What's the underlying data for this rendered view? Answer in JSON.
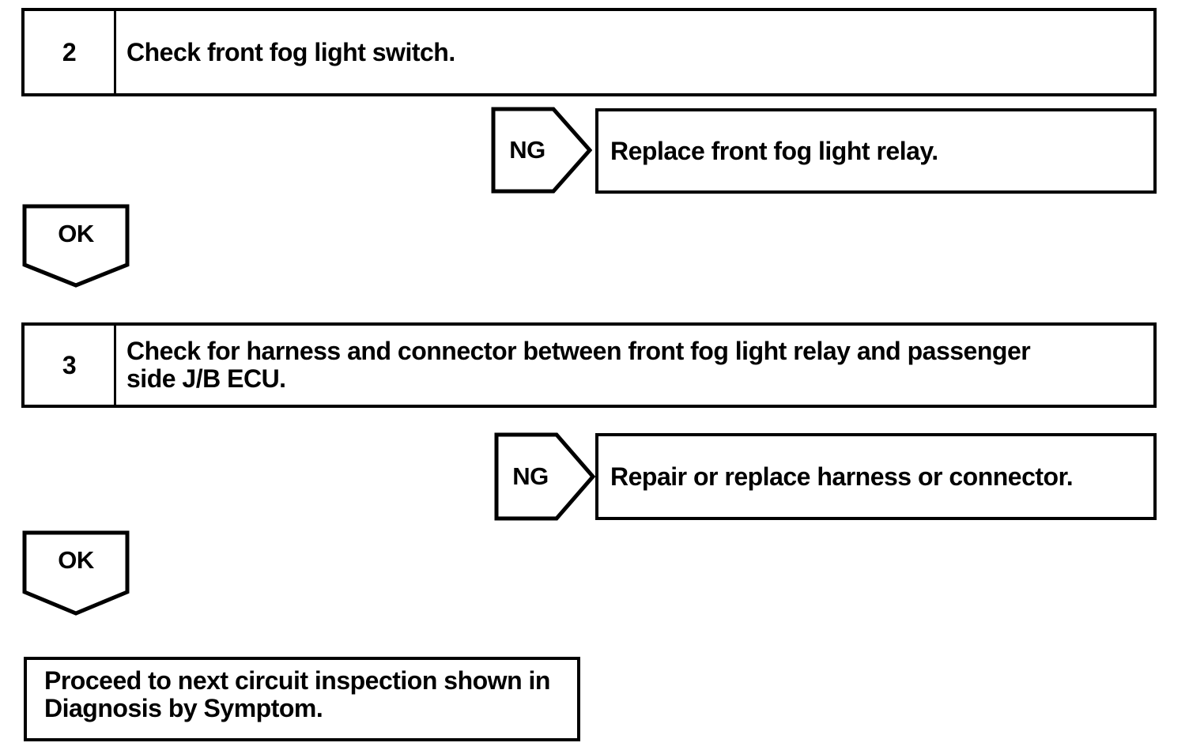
{
  "page": {
    "background_color": "#ffffff",
    "ink_color": "#000000"
  },
  "flowchart": {
    "steps": [
      {
        "number": "2",
        "instruction": "Check front fog light switch.",
        "ng": {
          "label": "NG",
          "action": "Replace front fog light relay."
        },
        "ok": {
          "label": "OK"
        }
      },
      {
        "number": "3",
        "instruction": "Check for harness and connector between front fog light relay and passenger\nside J/B ECU.",
        "ng": {
          "label": "NG",
          "action": "Repair or replace harness or connector."
        },
        "ok": {
          "label": "OK"
        }
      }
    ],
    "terminal": "Proceed to next circuit inspection shown in\nDiagnosis by Symptom."
  }
}
